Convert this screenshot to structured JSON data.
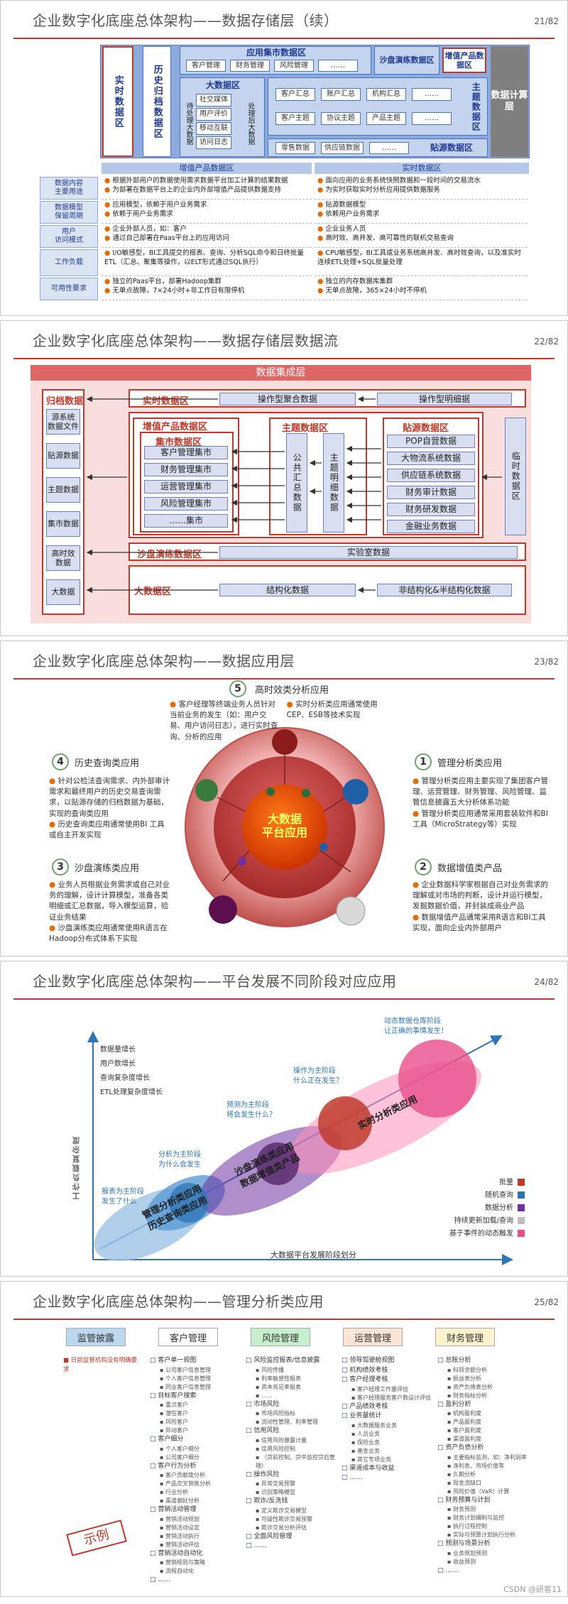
{
  "slide1": {
    "title": "企业数字化底座总体架构——数据存储层（续）",
    "page": "21/82",
    "realtime_zone": "实时数据区",
    "history_zone": "历史归档数据区",
    "appmart": "应用集市数据区",
    "appmart_items": [
      "客户管理",
      "财务管理",
      "风险管理",
      "……"
    ],
    "sandbox": "沙盘演练数据区",
    "valueadd": "增值产品数据区",
    "bigdata": "大数据区",
    "bigdata_items": [
      "社交媒体",
      "用户评价",
      "移动互联",
      "访问日志"
    ],
    "bigdata_vertical": "待处理大数据",
    "bigdata_processed": "处理后大数据",
    "subject_zone": "主题数据区",
    "subject_items": [
      "客户汇总",
      "账户汇总",
      "机构汇总",
      "……",
      "客户主题",
      "协议主题",
      "产品主题",
      "……"
    ],
    "source_zone": "贴源数据区",
    "source_items": [
      "零售数据",
      "供应链数据",
      "……"
    ],
    "compute": "数据计算层",
    "col_headers": [
      "增值产品数据区",
      "实时数据区"
    ],
    "rows": [
      {
        "label": "数据内容\n主要用途",
        "a": [
          "根据外部用户的数据使用需求数据平台加工计算的结果数据",
          "为部署在数据平台上的企业内外部增值产品提供数据支持"
        ],
        "b": [
          "面向应用的业务系统快照数据和一段时间的交易流水",
          "为实时获取实时分析应用提供数据服务"
        ]
      },
      {
        "label": "数据模型\n保留周期",
        "a": [
          "应用模型，依赖于用户业务需求",
          "依赖于用户业务需求"
        ],
        "b": [
          "贴源数据模型",
          "依赖用户业务需求"
        ]
      },
      {
        "label": "用户\n访问模式",
        "a": [
          "企业外部人员，如：客户",
          "通过自己部署在Paas平台上的应用访问"
        ],
        "b": [
          "企业业务人员",
          "高时效、高并发、高可靠性的联机交易查询"
        ]
      },
      {
        "label": "工作负载",
        "a": [
          "I/O敏感型，BI工具提交的报表、查询、分析SQL命令和日终批量ETL（汇总、聚集等操作，以ELT形式通过SQL执行）"
        ],
        "b": [
          "CPU敏感型，BI工具或业务系统高并发、高时效查询，以及准实时连续ETL处理+SQL批量处理"
        ]
      },
      {
        "label": "可用性要求",
        "a": [
          "独立的Paas平台，部署Hadoop集群",
          "无单点故障，7×24小时+非工作日有限停机"
        ],
        "b": [
          "独立的内存数据库集群",
          "无单点故障，365×24小时不停机"
        ]
      }
    ]
  },
  "slide2": {
    "title": "企业数字化底座总体架构——数据存储层数据流",
    "page": "22/82",
    "integration": "数据集成层",
    "archive": "归档数据区",
    "archive_items": [
      "源系统\n数据文件",
      "贴源数据",
      "主题数据",
      "集市数据",
      "高时效\n数据",
      "大数据"
    ],
    "realtime": "实时数据区",
    "op_agg": "操作型聚合数据",
    "op_detail": "操作型明细据",
    "valueadd": "增值产品数据区",
    "mart": "集市数据区",
    "mart_items": [
      "客户管理集市",
      "财务管理集市",
      "运营管理集市",
      "风险管理集市",
      "……集市"
    ],
    "subject": "主题数据区",
    "public": "公共汇总数据",
    "subject_detail": "主题明细数据",
    "source": "贴源数据区",
    "source_items": [
      "POP自营数据",
      "大物流系统数据",
      "供应链系统数据",
      "财务审计数据",
      "财务研发数据",
      "金融业务数据"
    ],
    "temp": "临时数据区",
    "sandbox": "沙盘演练数据区",
    "lab": "实验室数据",
    "bigdata": "大数据区",
    "structured": "结构化数据",
    "unstructured": "非结构化&半结构化数据"
  },
  "slide3": {
    "title": "企业数字化底座总体架构——数据应用层",
    "page": "23/82",
    "center": "大数据\n平台应用",
    "apps": [
      {
        "num": "5",
        "title": "高时效类分析应用",
        "items": [
          "客户经理等终端业务人员针对当前业务的发生（如：用户交易、用户访问日志），进行实时查询、分析的应用",
          "实时分析类应用通常使用CEP、ESB等技术实现"
        ]
      },
      {
        "num": "4",
        "title": "历史查询类应用",
        "items": [
          "针对公检法查询需求、内外部审计需求和最终用户的历史交易查询需求，以贴源存储的归档数据为基础，实现的查询类应用",
          "历史查询类应用通常使用BI 工具或自主开发实现"
        ]
      },
      {
        "num": "1",
        "title": "管理分析类应用",
        "items": [
          "管理分析类应用主要实现了集团客户管理、运营管理、财务管理、风险管理、监管信息披露五大分析体系功能",
          "管理分析类应用通常采用套装软件和BI工具（MicroStrategy等）实现"
        ]
      },
      {
        "num": "3",
        "title": "沙盘演练类应用",
        "items": [
          "业务人员根据业务需求或自己对业务的理解，设计计算模型，准备各类明细或汇总数据，导入模型运算，验证业务结果",
          "沙盘演练类应用通常使用R语言在Hadoop分布式体系下实现"
        ]
      },
      {
        "num": "2",
        "title": "数据增值类产品",
        "items": [
          "企业数据科学家根据自己对业务需求的理解或对市场的判断，设计并运行模型，发掘数据价值，并封装成商业产品",
          "数据增值产品通常采用R语言和BI工具实现，面向企业内外部用户"
        ]
      }
    ]
  },
  "slide4": {
    "title": "企业数字化底座总体架构——平台发展不同阶段对应应用",
    "page": "24/82",
    "ylabel": "工作负载复杂度",
    "xlabel": "大数据平台发展阶段划分",
    "left_list": [
      "数据量增长",
      "用户数增长",
      "查询复杂度增长",
      "ETL处理复杂度增长"
    ],
    "stages": [
      {
        "q": "报表为主阶段\n发生了什么",
        "name": "管理分析类应用\n历史查询类应用"
      },
      {
        "q": "分析为主阶段\n为什么会发生",
        "name": "沙盘演练类应用\n数据增值类产品"
      },
      {
        "q": "预测为主阶段\n将会发生什么？",
        "name": ""
      },
      {
        "q": "操作为主阶段\n什么正在发生？",
        "name": "实时分析类应用"
      },
      {
        "q": "动态数据仓库阶段\n让正确的事情发生！",
        "name": ""
      }
    ],
    "legend": [
      {
        "label": "批量",
        "color": "#c0392b"
      },
      {
        "label": "随机查询",
        "color": "#2e75b6"
      },
      {
        "label": "数据分析",
        "color": "#7030a0"
      },
      {
        "label": "持续更新加载/查询",
        "color": "#bfbfbf"
      },
      {
        "label": "基于事件的动态触发",
        "color": "#e84f8c"
      }
    ]
  },
  "slide5": {
    "title": "企业数字化底座总体架构——管理分析类应用",
    "page": "25/82",
    "tabs": [
      {
        "label": "监管披露",
        "bg": "#bdd7ee"
      },
      {
        "label": "客户管理",
        "bg": "#ffffff"
      },
      {
        "label": "风险管理",
        "bg": "#c6efce"
      },
      {
        "label": "运营管理",
        "bg": "#fbe5d6"
      },
      {
        "label": "财务管理",
        "bg": "#fff2cc"
      }
    ],
    "col1": [
      "日前监管机构没有明确要求"
    ],
    "col2": [
      [
        "客户单一视图",
        [
          "公司客户信息管理",
          "个人客户信息管理",
          "同业客户信息管理"
        ]
      ],
      [
        "目标客户搜索",
        [
          "重点客户",
          "潜在客户",
          "风险客户",
          "异动客户"
        ]
      ],
      [
        "客户细分",
        [
          "个人客户细分",
          "公司客户细分"
        ]
      ],
      [
        "客户行为分析",
        [
          "客户贡献度分析",
          "产品交叉销售分析",
          "行业分析",
          "渠道偏好分析"
        ]
      ],
      [
        "营销活动管理",
        [
          "营销活动规划",
          "营销活动设定",
          "营销活动执行",
          "营销活动评估"
        ]
      ],
      [
        "营销活动自动化",
        [
          "营销规则与策略",
          "流程自动化"
        ]
      ],
      [
        "……",
        []
      ]
    ],
    "col3": [
      [
        "风险监控报表/信息披露",
        [
          "风险传播",
          "利率敏感性报表",
          "资本充足率报表",
          "……"
        ]
      ],
      [
        "市场风险",
        [
          "市场风险指标",
          "流动性管理、利率管理"
        ]
      ],
      [
        "信用风险",
        [
          "信用风险暴露计量",
          "信用风险控制",
          "（贷前控制、贷中监控贷后管理）"
        ]
      ],
      [
        "操作风险",
        [
          "异常交易预警",
          "识别策略模型"
        ]
      ],
      [
        "欺诈/反洗钱",
        [
          "定义欺诈交易模型",
          "可疑性欺诈交易预警",
          "欺诈交易分析评估"
        ]
      ],
      [
        "全面风险管理",
        []
      ],
      [
        "……",
        []
      ]
    ],
    "col4": [
      [
        "领导驾驶舱视图",
        []
      ],
      [
        "机构绩效考核",
        []
      ],
      [
        "客户经理考核",
        [
          "客户经理工作量评估",
          "客户经理服务客户数设计评估"
        ]
      ],
      [
        "产品绩效考核",
        []
      ],
      [
        "业务量统计",
        [
          "大数据服务业务",
          "人员业务",
          "保险业务",
          "基金业务",
          "其它专项业务"
        ]
      ],
      [
        "渠道成本与收益",
        []
      ],
      [
        "……",
        []
      ]
    ],
    "col5": [
      [
        "总账分析",
        [
          "科目余额分析",
          "损益表分析",
          "资产负债表分析",
          "财务指标分析"
        ]
      ],
      [
        "盈利分析",
        [
          "机构盈利度",
          "产品盈利度",
          "客户盈利度",
          "渠道盈利度"
        ]
      ],
      [
        "资产负债分析",
        [
          "主要指标监测，如：净利润率",
          "净利息、市场价值等",
          "久期分析",
          "现金流缺口",
          "风险价值（VaR）计算"
        ]
      ],
      [
        "财务预算与计划",
        [
          "财务预测",
          "财务计划编制与监控",
          "执行过程控制",
          "实际与预算计划执行分析"
        ]
      ],
      [
        "预测与场景分析",
        [
          "业务规划预测",
          "收益预测"
        ]
      ],
      [
        "……",
        []
      ]
    ],
    "stamp": "示例"
  },
  "watermark": "CSDN @研客11"
}
